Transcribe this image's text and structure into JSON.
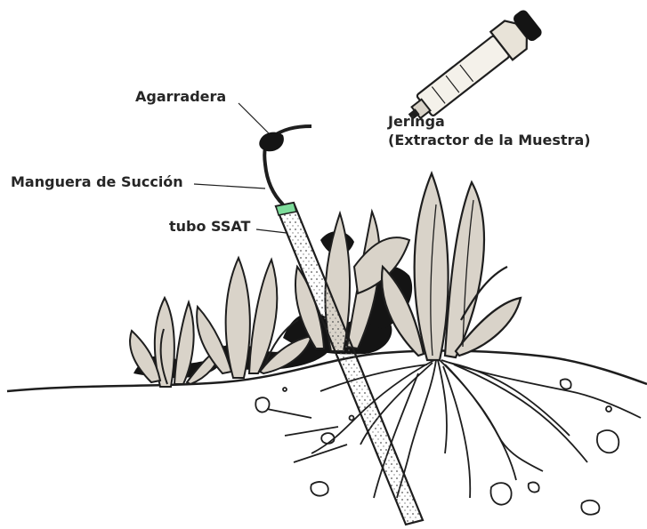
{
  "labels": {
    "handle": "Agarradera",
    "syringe_line1": "Jeringa",
    "syringe_line2": "(Extractor de la Muestra)",
    "suction_hose": "Manguera de Succión",
    "tube": "tubo SSAT"
  },
  "colors": {
    "ink": "#1e1e1e",
    "leaf_fill": "#d9d3c9",
    "shadow": "#141414",
    "tube_cap": "#7ddc9a",
    "background": "#ffffff"
  }
}
